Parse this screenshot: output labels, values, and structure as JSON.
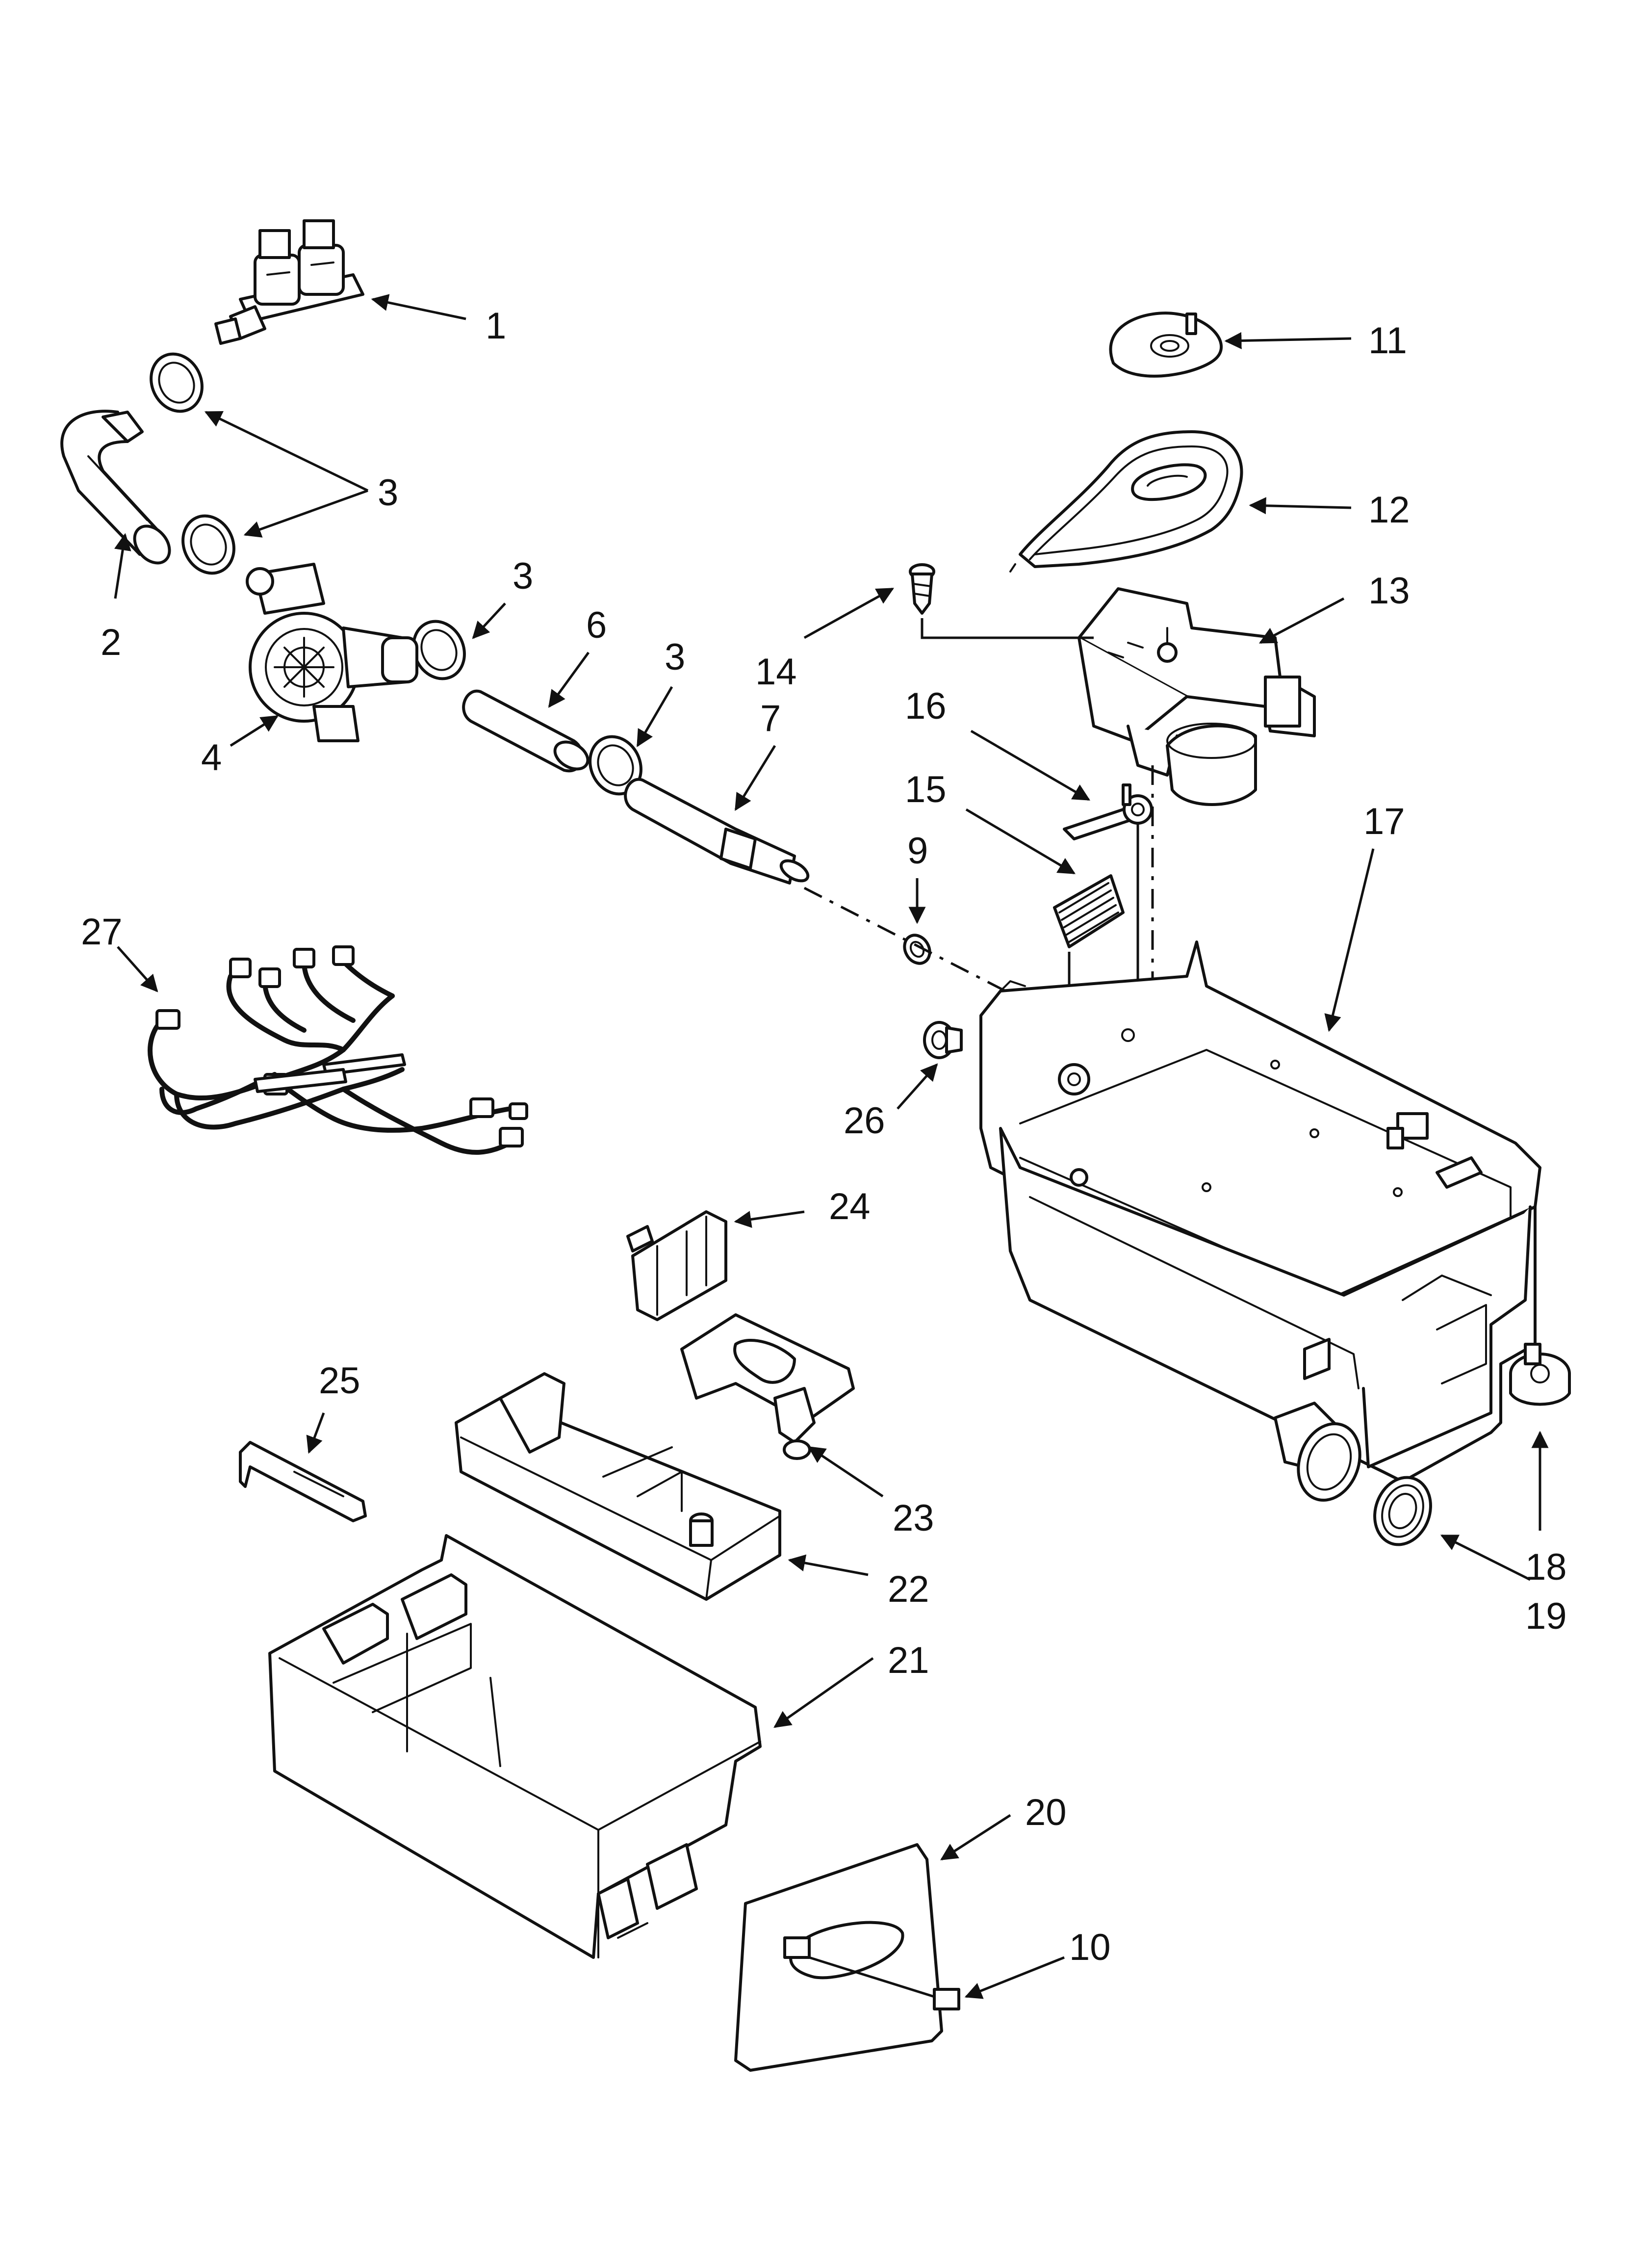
{
  "callouts": {
    "c1": "1",
    "c2": "2",
    "c3": "3",
    "c4": "4",
    "c6": "6",
    "c7": "7",
    "c9": "9",
    "c10": "10",
    "c11": "11",
    "c12": "12",
    "c13": "13",
    "c14": "14",
    "c15": "15",
    "c16": "16",
    "c17": "17",
    "c18": "18",
    "c19": "19",
    "c20": "20",
    "c21": "21",
    "c22": "22",
    "c23": "23",
    "c24": "24",
    "c25": "25",
    "c26": "26",
    "c27": "27"
  },
  "colors": {
    "line": "#111111",
    "background": "#ffffff"
  }
}
